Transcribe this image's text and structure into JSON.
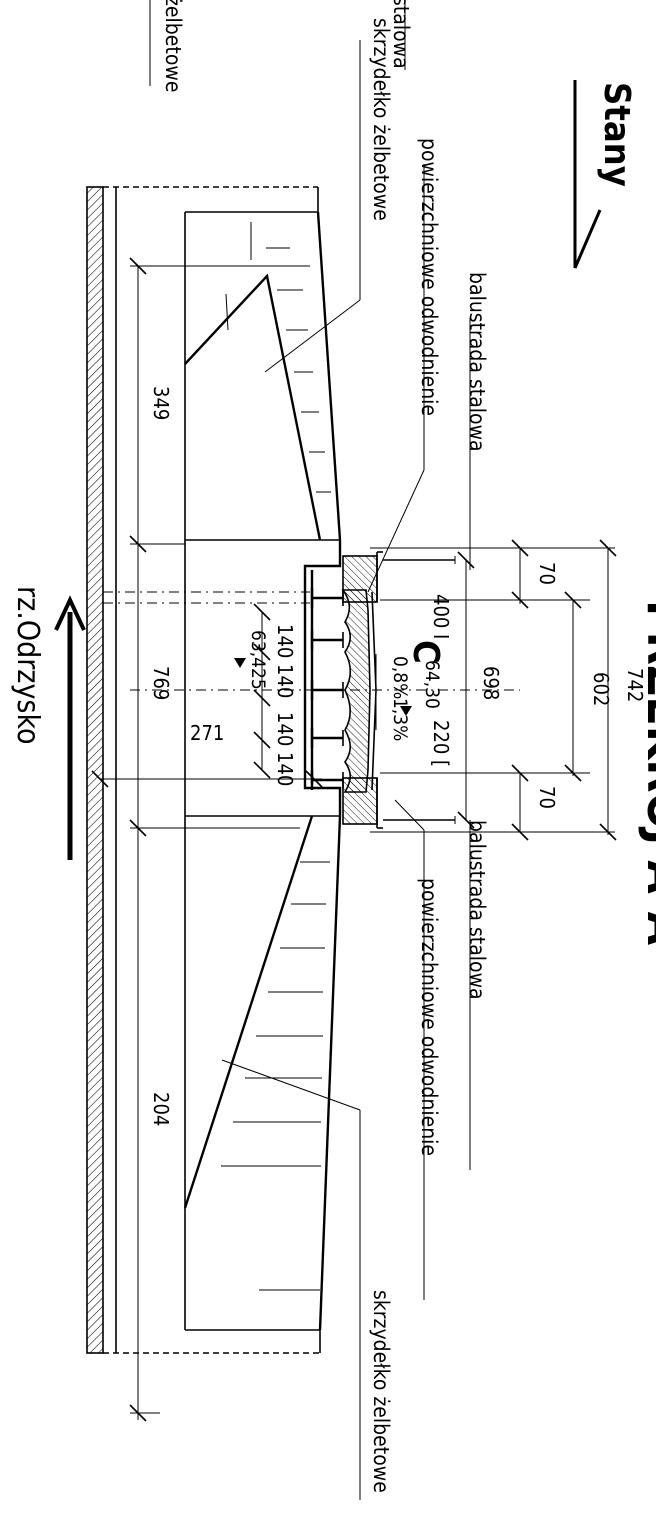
{
  "title": {
    "stany": "Stany",
    "heading": "PRZEKRÓJ A-A"
  },
  "river": {
    "label": "rz.Odrzysko"
  },
  "labels": {
    "wing_top_partial_a": "stalowa",
    "wing_top_partial_b": "żelbetowe",
    "wing_top": "skrzydełko żelbetowe",
    "drain_top": "powierzchniowe odwodnienie",
    "rail_top": "balustrada stalowa",
    "rail_bottom": "balustrada stalowa",
    "drain_bottom": "powierzchniowe odwodnienie",
    "wing_bottom": "skrzydełko żelbetowe"
  },
  "dimensions": {
    "total_width": "742",
    "carriageway": "602",
    "deck_width": "698",
    "sidewalk_top": "70",
    "sidewalk_bottom": "70",
    "beam_spacings": [
      "140",
      "140",
      "140",
      "140"
    ],
    "abutment_span": "769",
    "wing_top_length": "349",
    "wing_bottom_length": "204",
    "abutment_offset": "271"
  },
  "annotations": {
    "girder_top": "400 I",
    "girder_bottom": "220 [",
    "slope_left": "0,8%",
    "slope_right": "1,3%",
    "elev_road": "64,30",
    "elev_soffit": "63,425",
    "grade_letter": "C"
  }
}
